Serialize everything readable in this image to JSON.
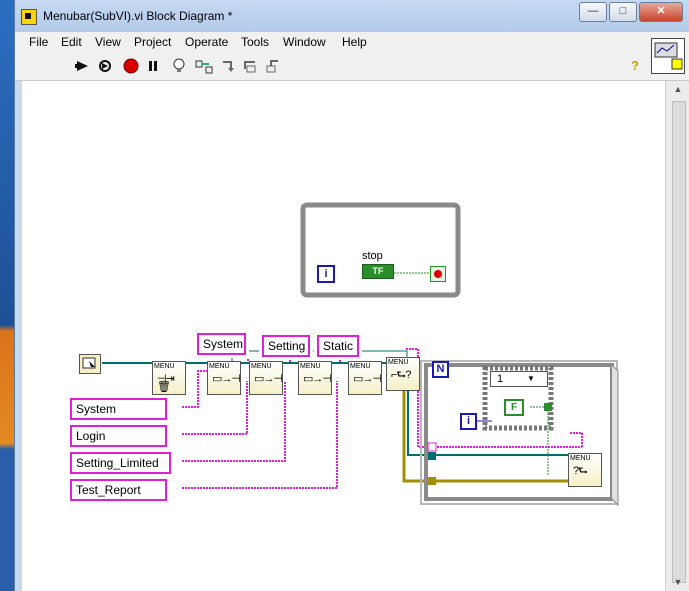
{
  "window": {
    "title": "Menubar(SubVI).vi Block Diagram *",
    "buttons": {
      "minimize": "—",
      "maximize": "□",
      "close": "✕"
    }
  },
  "menu": [
    "File",
    "Edit",
    "View",
    "Project",
    "Operate",
    "Tools",
    "Window",
    "Help"
  ],
  "toolbar": {
    "icons": [
      "run-arrow-icon",
      "run-continuous-icon",
      "abort-icon",
      "pause-icon",
      "highlight-bulb-icon",
      "retain-wire-icon",
      "step-into-icon",
      "step-over-icon",
      "step-out-icon",
      "help-icon"
    ]
  },
  "diagram": {
    "while_loop": {
      "stop_label": "stop",
      "bool_text": "TF",
      "iteration": "i"
    },
    "string_constants_top": [
      "System",
      "Setting",
      "Static"
    ],
    "string_constants_left": [
      "System",
      "Login",
      "Setting_Limited",
      "Test_Report"
    ],
    "subvi_label": "MENU",
    "for_loop": {
      "count": "N",
      "iteration": "i"
    },
    "case_structure": {
      "selector": "1",
      "bool_const": "F"
    }
  },
  "colors": {
    "string_wire": "#e020d8",
    "refnum_wire": "#006c6c",
    "error_wire": "#a09000",
    "loop_border": "#8a8a8a",
    "selected_blue": "#1a1ab0"
  }
}
